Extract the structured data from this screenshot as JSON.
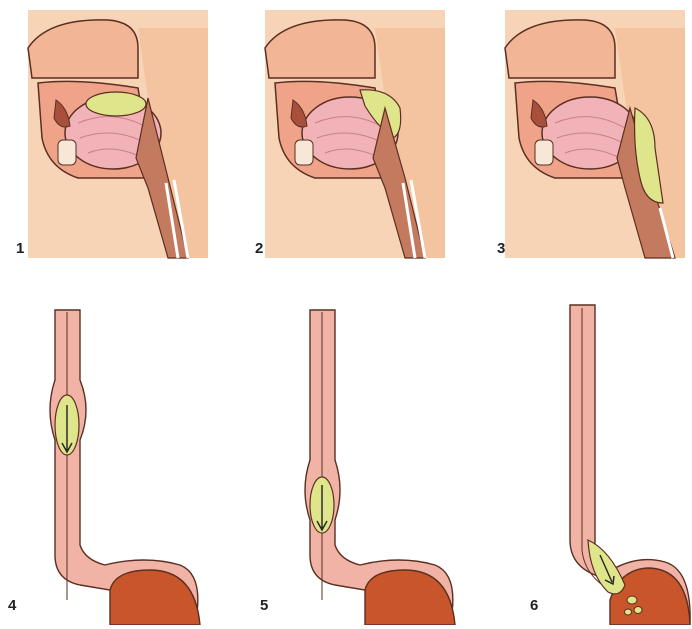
{
  "panels": [
    {
      "id": 1,
      "label": "1",
      "kind": "head",
      "bolus": "mouth"
    },
    {
      "id": 2,
      "label": "2",
      "kind": "head",
      "bolus": "pharynx-top"
    },
    {
      "id": 3,
      "label": "3",
      "kind": "head",
      "bolus": "pharynx"
    },
    {
      "id": 4,
      "label": "4",
      "kind": "esophagus",
      "bolus_level": 0.25
    },
    {
      "id": 5,
      "label": "5",
      "kind": "esophagus",
      "bolus_level": 0.6
    },
    {
      "id": 6,
      "label": "6",
      "kind": "esophagus",
      "bolus_level": 0.95
    }
  ],
  "colors": {
    "skin": "#f6c9a3",
    "skin_dark": "#e9a982",
    "tissue": "#efa48a",
    "tongue": "#f1b3b8",
    "tongue_line": "#c97f85",
    "bolus": "#dfe58a",
    "stomach": "#c9552a",
    "muscle": "#a9503c",
    "outline": "#5a2f22"
  }
}
